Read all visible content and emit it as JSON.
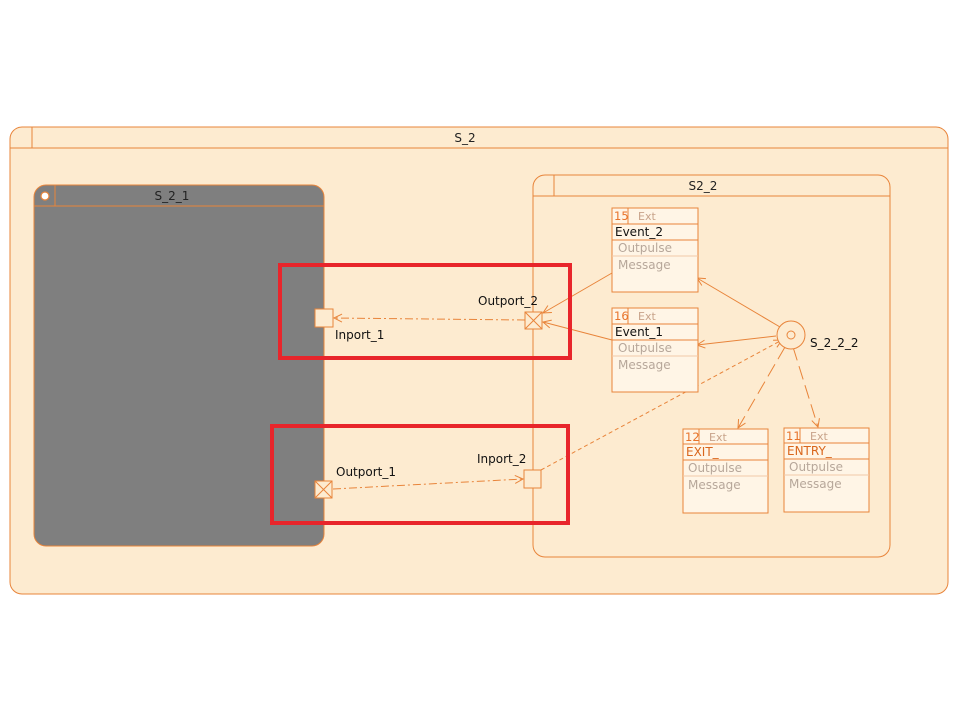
{
  "states": {
    "outer": {
      "name": "S_2"
    },
    "left": {
      "name": "S_2_1"
    },
    "right": {
      "name": "S2_2"
    }
  },
  "ports": {
    "inport_1": "Inport_1",
    "outport_2": "Outport_2",
    "outport_1": "Outport_1",
    "inport_2": "Inport_2"
  },
  "node": {
    "label": "S_2_2_2"
  },
  "events": [
    {
      "id": "15",
      "ext": "Ext",
      "name": "Event_2",
      "outpulse": "Outpulse",
      "message": "Message"
    },
    {
      "id": "16",
      "ext": "Ext",
      "name": "Event_1",
      "outpulse": "Outpulse",
      "message": "Message"
    },
    {
      "id": "12",
      "ext": "Ext",
      "name": "EXIT_",
      "outpulse": "Outpulse",
      "message": "Message"
    },
    {
      "id": "11",
      "ext": "Ext",
      "name": "ENTRY_",
      "outpulse": "Outpulse",
      "message": "Message"
    }
  ],
  "colors": {
    "state_fill": "#fdebd0",
    "state_stroke": "#e8843a",
    "inner_fill": "#7f7f7f",
    "highlight": "#e8252b",
    "event_fill": "#fff5e6"
  }
}
